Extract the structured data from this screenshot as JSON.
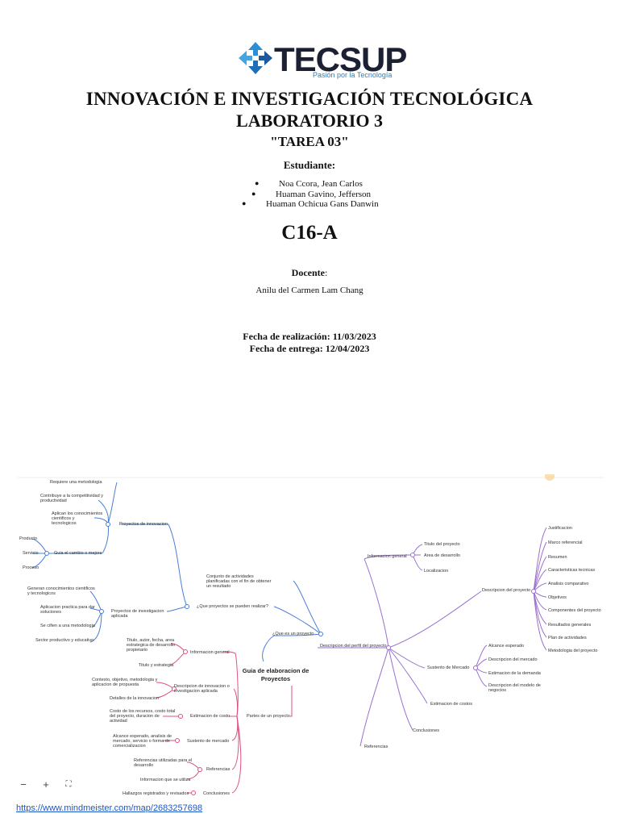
{
  "header": {
    "logo_text": "TECSUP",
    "logo_tagline": "Pasión por la Tecnología",
    "title_line1": "INNOVACIÓN E INVESTIGACIÓN TECNOLÓGICA",
    "title_line2": "LABORATORIO 3",
    "task": "\"TAREA 03\""
  },
  "students": {
    "label": "Estudiante:",
    "bullet": "●",
    "names": [
      "Noa Ccora, Jean Carlos",
      "Huaman Gavino, Jefferson",
      "Huaman Ochicua Gans Danwin"
    ]
  },
  "section": "C16-A",
  "teacher": {
    "label": "Docente",
    "colon": ":",
    "name": "Anilu del Carmen Lam Chang"
  },
  "dates": {
    "realizacion": "Fecha de realización:  11/03/2023",
    "entrega": "Fecha de entrega: 12/04/2023"
  },
  "mindmap": {
    "central": [
      "Guia de elaboracion de",
      "Proyectos"
    ],
    "blue": {
      "q1": "¿Que es un proyecto",
      "def": [
        "Conjunto de actividades",
        "planificadas con el fin de obtener",
        "un resultado"
      ],
      "q2": "¿Que proyectos se pueden realizar?",
      "innov": "Proyectos de innovacion",
      "innov_children": [
        "Requiere una metodologia",
        "Contribuye a la competitividad y",
        "productividad",
        "Aplican los conocimientos",
        "cientificos y",
        "tecnologicos",
        "Guia el cambio o mejora"
      ],
      "cambio_children": [
        "Producto",
        "Servicio",
        "Proceso"
      ],
      "inv": [
        "Proyectos de investigacion",
        "aplicada"
      ],
      "inv_children": [
        "Generan conocimientos cientificos",
        "y tecnologicos",
        "Aplicacion practica para dar",
        "soluciones",
        "Se cifien a una metodologia",
        "Sector productivo y educativo"
      ]
    },
    "pink": {
      "root": "Partes de un proyecto",
      "info": "Informacion general",
      "info_children": [
        "Titulo, autor, fecha, area",
        "estrategica de desarrollo",
        "propietario",
        "Titulo y estrategia"
      ],
      "desc": [
        "Descripcion de innovacion o",
        "investigacion aplicada"
      ],
      "desc_children": [
        "Contexto, objetivo, metodologia y",
        "aplicacion de propuesta",
        "Detalles de la innovacion"
      ],
      "cost": "Estimacion de costo",
      "cost_children": [
        "Costo de los recursos, costo total",
        "del proyecto, duracion de",
        "actividad"
      ],
      "sust": "Sustento de mercado",
      "sust_children": [
        "Alcance esperado, analisis de",
        "mercado, servicio o forma de",
        "comercializacion"
      ],
      "refs": "Referencias",
      "refs_children": [
        "Referencias utilizadas para el",
        "desarrollo",
        "Informacion que se utiliza"
      ],
      "concl": "Conclusiones",
      "concl_children": [
        "Hallazgos registrados y revisados"
      ]
    },
    "purple": {
      "root": "Descripcion del perfil del proyecto",
      "info": "Informacion general",
      "info_children": [
        "Titulo del proyecto",
        "Area de desarrollo",
        "Localizacion"
      ],
      "desc": "Descripcion del proyecto",
      "desc_children": [
        "Justificacion",
        "Marco referencial",
        "Resumen",
        "Caracteristicas tecnicas",
        "Analisis comparativo",
        "Objetivos",
        "Componentes del proyecto",
        "Resultados generales",
        "Plan de actividades",
        "Metodologia del proyecto"
      ],
      "sust": "Sustento de Mercado",
      "sust_children": [
        "Alcance esperado",
        "Descripcion del mercado",
        "Estimacion de la demanda",
        "Descripcion del modelo de",
        "negocios"
      ],
      "cost": "Estimacion de costos",
      "concl": "Conclusiones",
      "refs": "Referencias"
    }
  },
  "zoom_controls": {
    "minus": "−",
    "plus": "+",
    "fit": "⛶"
  },
  "source_url": "https://www.mindmeister.com/map/2683257698",
  "colors": {
    "blue": "#4a7fd6",
    "pink": "#e05081",
    "purple": "#9b6fcf"
  }
}
